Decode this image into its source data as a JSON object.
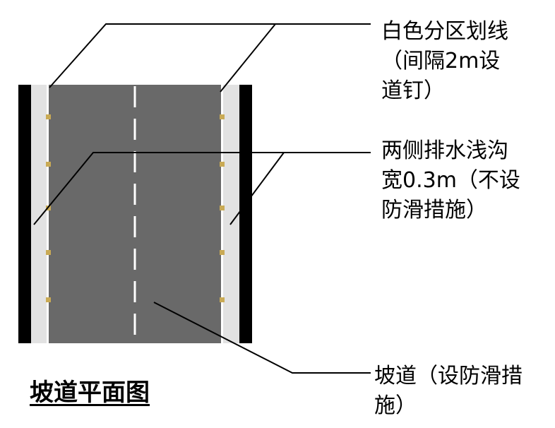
{
  "diagram": {
    "title": "坡道平面图",
    "labels": {
      "lane_marking": [
        "白色分区划线",
        "（间隔2m设",
        "道钉）"
      ],
      "drain": [
        "两侧排水浅沟",
        "宽0.3m（不设",
        "防滑措施）"
      ],
      "ramp": [
        "坡道（设防滑措",
        "施）"
      ]
    },
    "colors": {
      "road": "#696969",
      "drain": "#e2e2e2",
      "curb": "#000000",
      "marking": "#ffffff",
      "stud": "#c9aa55",
      "leader": "#000000",
      "background": "#ffffff"
    }
  }
}
